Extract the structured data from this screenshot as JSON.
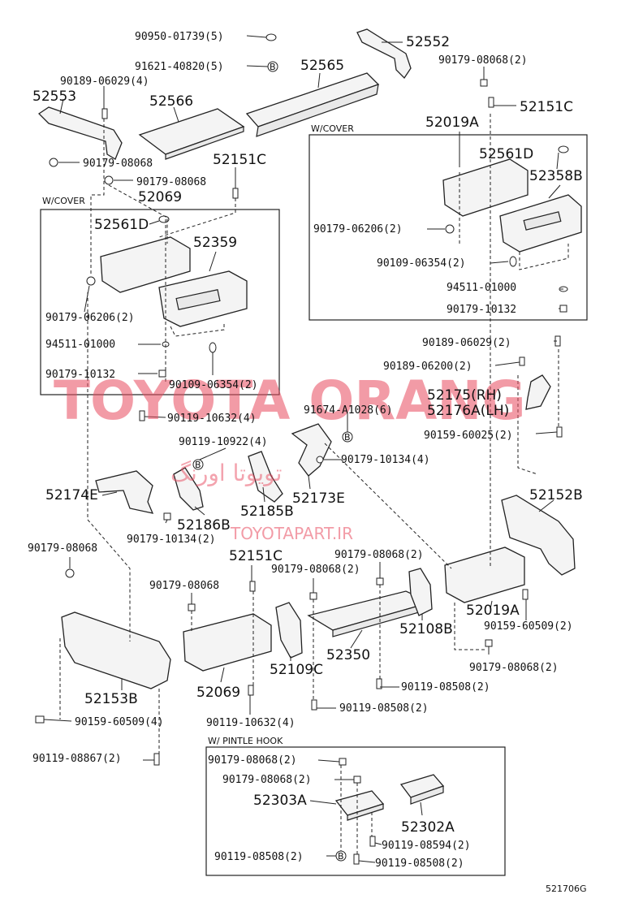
{
  "watermark": {
    "brand": "TOYOTA ORANG",
    "persian": "تویوتا اورنگ",
    "site": "TOYOTAPART.IR"
  },
  "footer": {
    "code": "521706G"
  },
  "sections": {
    "cover_left": "W/COVER",
    "cover_right": "W/COVER",
    "pintle": "W/ PINTLE  HOOK"
  },
  "labels": {
    "l01": "90950-01739(5)",
    "l02": "52552",
    "l03": "91621-40820(5)",
    "l04": "52565",
    "l05": "90179-08068(2)",
    "l06": "90189-06029(4)",
    "l07": "52553",
    "l08": "52566",
    "l09": "52151C",
    "l10": "52019A",
    "l11": "90179-08068",
    "l12": "52151C",
    "l13": "90179-08068",
    "l14": "52069",
    "l15": "52561D",
    "l16": "52358B",
    "l17": "52561D",
    "l18": "52359",
    "l19": "90179-06206(2)",
    "l20": "90109-06354(2)",
    "l21": "94511-01000",
    "l22": "90179-10132",
    "l23": "90179-06206(2)",
    "l24": "94511-01000",
    "l25": "90189-06029(2)",
    "l26": "90179-10132",
    "l27": "90109-06354(2)",
    "l28": "90189-06200(2)",
    "l29": "52175(RH)",
    "l30": "52176A(LH)",
    "l31": "91674-A1028(6)",
    "l32": "90119-10632(4)",
    "l33": "90159-60025(2)",
    "l34": "90119-10922(4)",
    "l35": "90179-10134(4)",
    "l36": "52152B",
    "l37": "52174E",
    "l38": "52185B",
    "l39": "52173E",
    "l40": "52186B",
    "l41": "90179-10134(2)",
    "l42": "90179-08068",
    "l43": "52151C",
    "l44": "90179-08068(2)",
    "l45": "90179-08068(2)",
    "l46": "90179-08068",
    "l47": "52019A",
    "l48": "90159-60509(2)",
    "l49": "52108B",
    "l50": "52109C",
    "l51": "52350",
    "l52": "90179-08068(2)",
    "l53": "52153B",
    "l54": "52069",
    "l55": "90119-08508(2)",
    "l56": "90119-08508(2)",
    "l57": "90159-60509(4)",
    "l58": "90119-10632(4)",
    "l59": "90119-08867(2)",
    "l60": "90179-08068(2)",
    "l61": "90179-08068(2)",
    "l62": "52303A",
    "l63": "52302A",
    "l64": "90119-08594(2)",
    "l65": "90119-08508(2)",
    "l66": "90119-08508(2)"
  }
}
